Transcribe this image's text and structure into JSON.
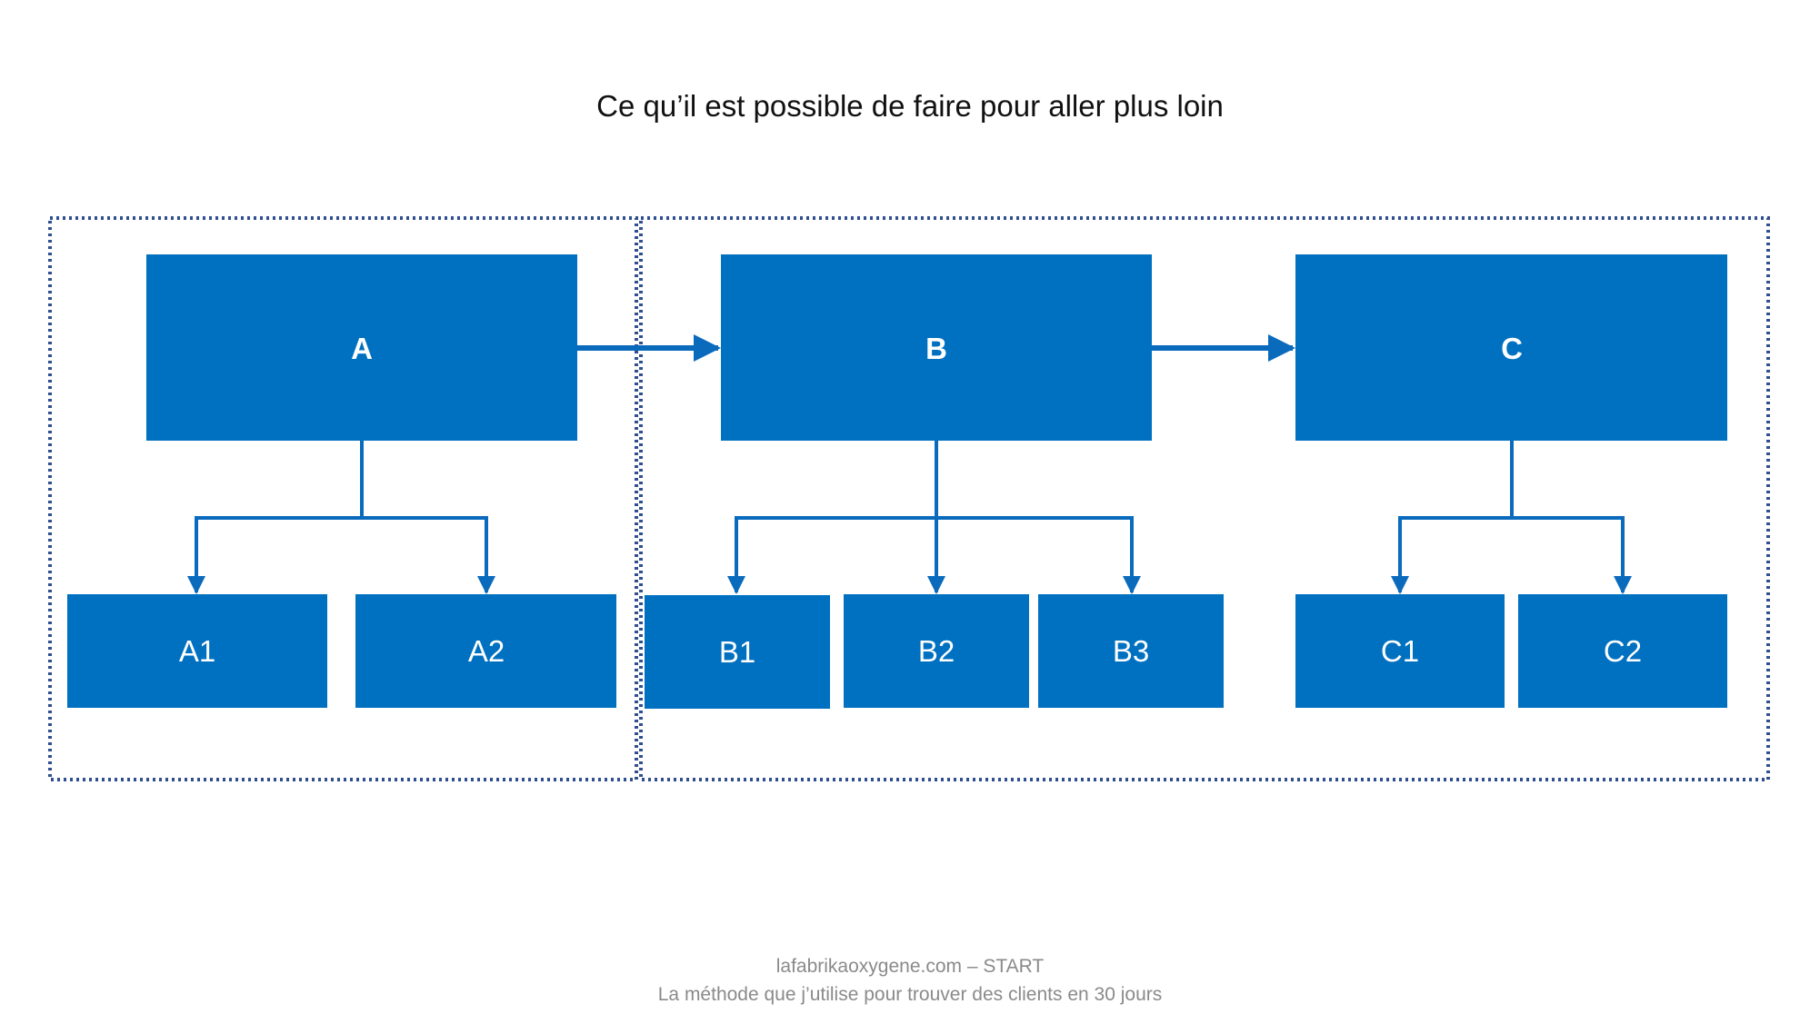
{
  "title": "Ce qu’il est possible de faire pour aller plus loin",
  "colors": {
    "box_fill": "#0070c0",
    "connector": "#0a6bbd",
    "group_border": "#2f4f8f",
    "footer_text": "#8a8a8a"
  },
  "nodes": {
    "A": "A",
    "B": "B",
    "C": "C",
    "A1": "A1",
    "A2": "A2",
    "B1": "B1",
    "B2": "B2",
    "B3": "B3",
    "C1": "C1",
    "C2": "C2"
  },
  "edges": [
    {
      "from": "A",
      "to": "B"
    },
    {
      "from": "B",
      "to": "C"
    },
    {
      "from": "A",
      "to": "A1"
    },
    {
      "from": "A",
      "to": "A2"
    },
    {
      "from": "B",
      "to": "B1"
    },
    {
      "from": "B",
      "to": "B2"
    },
    {
      "from": "B",
      "to": "B3"
    },
    {
      "from": "C",
      "to": "C1"
    },
    {
      "from": "C",
      "to": "C2"
    }
  ],
  "footer": {
    "line1": "lafabrikaoxygene.com – START",
    "line2": "La méthode que j’utilise pour trouver des clients en 30 jours"
  }
}
